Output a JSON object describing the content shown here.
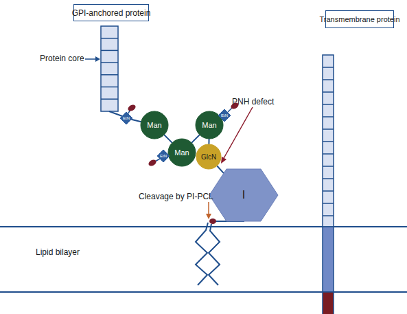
{
  "diagram": {
    "nodes": [
      {
        "text": [
          "GPI-anchored protein"
        ]
      },
      {
        "text": [
          "Transmembrane protein"
        ]
      },
      {
        "text": [
          "EtN"
        ]
      },
      {
        "text": [
          "Man"
        ]
      },
      {
        "text": [
          "Man"
        ]
      },
      {
        "text": [
          "EtN"
        ]
      },
      {
        "text": [
          "Man"
        ]
      },
      {
        "text": [
          "EtN"
        ]
      },
      {
        "text": [
          "GlcN"
        ]
      },
      {
        "text": [
          "I"
        ]
      }
    ],
    "edges": [
      {
        "from": 2,
        "to": 3,
        "arrow": "none"
      },
      {
        "from": 3,
        "to": 4,
        "arrow": "none"
      },
      {
        "from": 4,
        "to": 5,
        "arrow": "none"
      },
      {
        "from": 4,
        "to": 6,
        "arrow": "none"
      },
      {
        "from": 6,
        "to": 7,
        "arrow": "none"
      },
      {
        "from": 6,
        "to": 8,
        "arrow": "none"
      },
      {
        "from": 8,
        "to": 9,
        "arrow": "none"
      }
    ],
    "labels": [
      "Protein core",
      "PNH defect",
      "Cleavage by PI-PCL",
      "Lipid bilayer"
    ]
  }
}
